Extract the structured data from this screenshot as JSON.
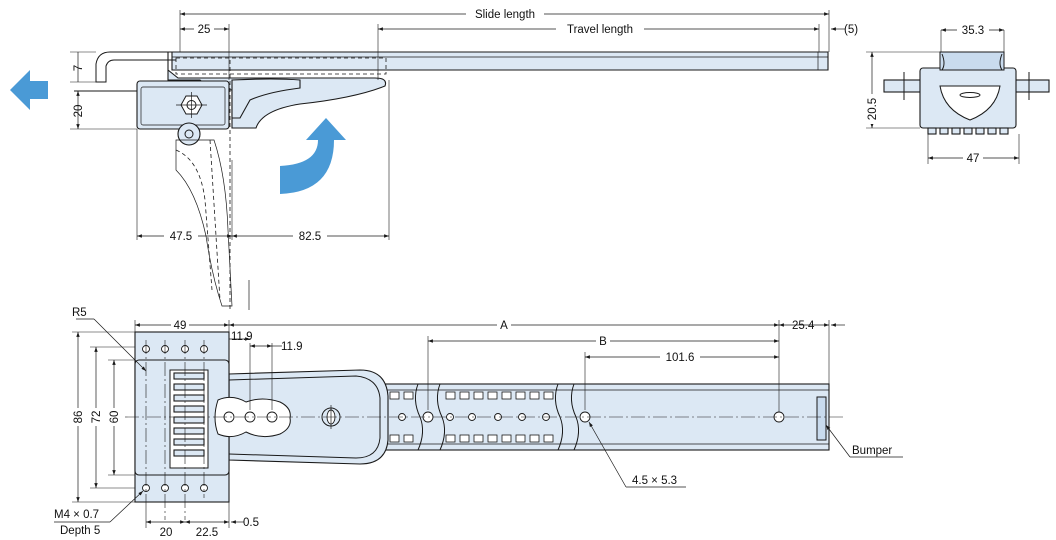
{
  "diagram": {
    "top_view": {
      "slide_length": "Slide length",
      "travel_length": "Travel length",
      "end_gap": "(5)",
      "dim_25": "25",
      "dim_7": "7",
      "dim_20": "20",
      "dim_47_5": "47.5",
      "dim_82_5": "82.5"
    },
    "end_view": {
      "dim_35_3": "35.3",
      "dim_20_5": "20.5",
      "dim_47": "47"
    },
    "plan_view": {
      "r5": "R5",
      "dim_49": "49",
      "dim_11_9_a": "11.9",
      "dim_11_9_b": "11.9",
      "dim_A": "A",
      "dim_B": "B",
      "dim_101_6": "101.6",
      "dim_25_4": "25.4",
      "dim_86": "86",
      "dim_72": "72",
      "dim_60": "60",
      "dim_20": "20",
      "dim_22_5": "22.5",
      "dim_0_5": "0.5",
      "thread_spec": "M4 × 0.7",
      "thread_depth": "Depth 5",
      "slot_spec": "4.5 × 5.3",
      "bumper": "Bumper"
    },
    "colors": {
      "part_fill": "#dce8f4",
      "arrow": "#4a9ad6",
      "line": "#1a1a1a"
    }
  }
}
